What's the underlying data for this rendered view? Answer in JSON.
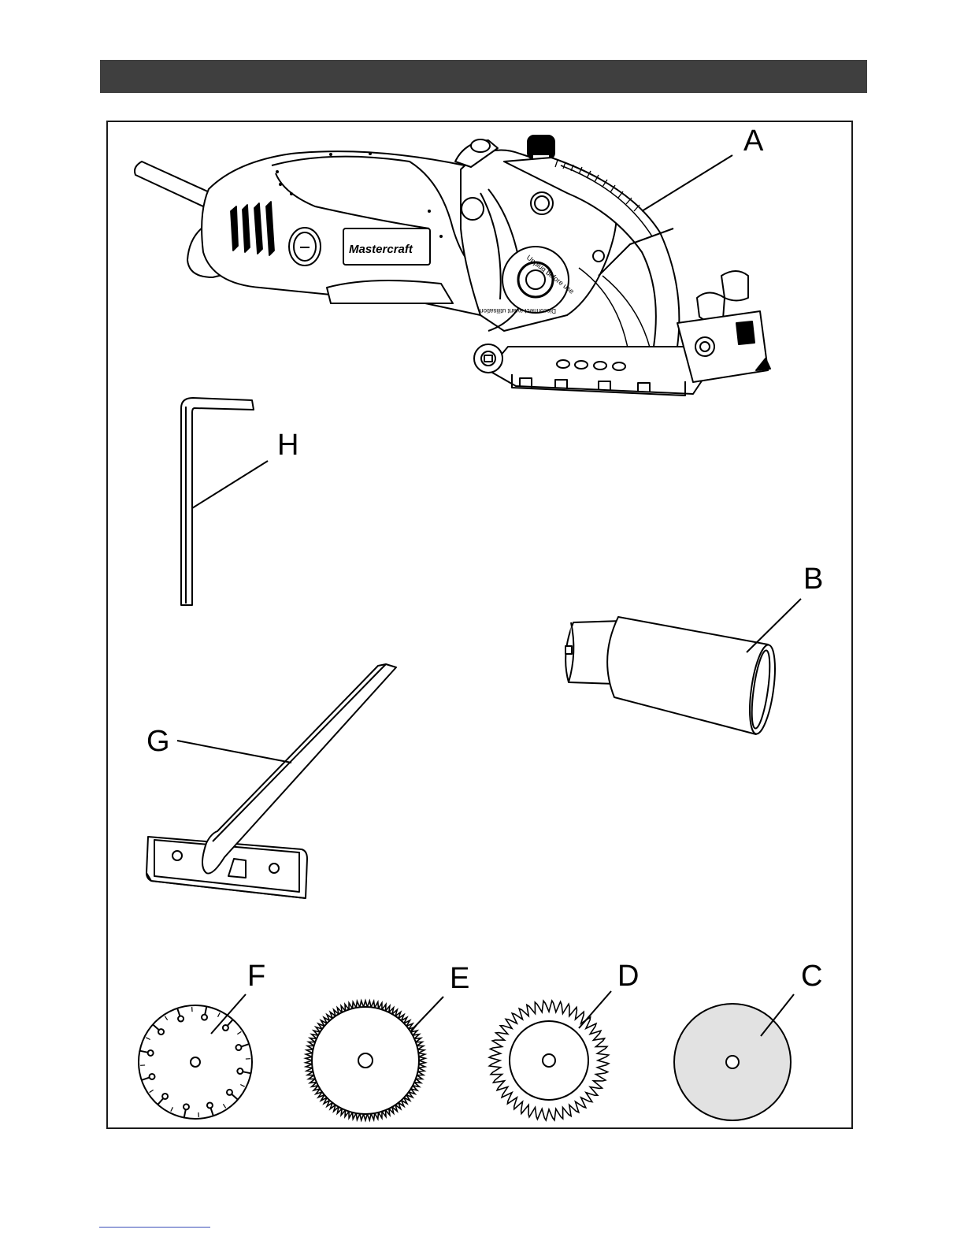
{
  "header": {
    "text": ""
  },
  "figure": {
    "brand_label": "Mastercraft",
    "guard_text_1": "Unplug before use",
    "guard_text_2": "Disconnect avant utilisation",
    "parts": {
      "a": "A",
      "b": "B",
      "c": "C",
      "d": "D",
      "e": "E",
      "f": "F",
      "g": "G",
      "h": "H"
    }
  },
  "colors": {
    "header_bar": "#3f3f3f",
    "abrasive_disc_fill": "#e2e2e2",
    "footer_rule": "#3a4fb8"
  }
}
